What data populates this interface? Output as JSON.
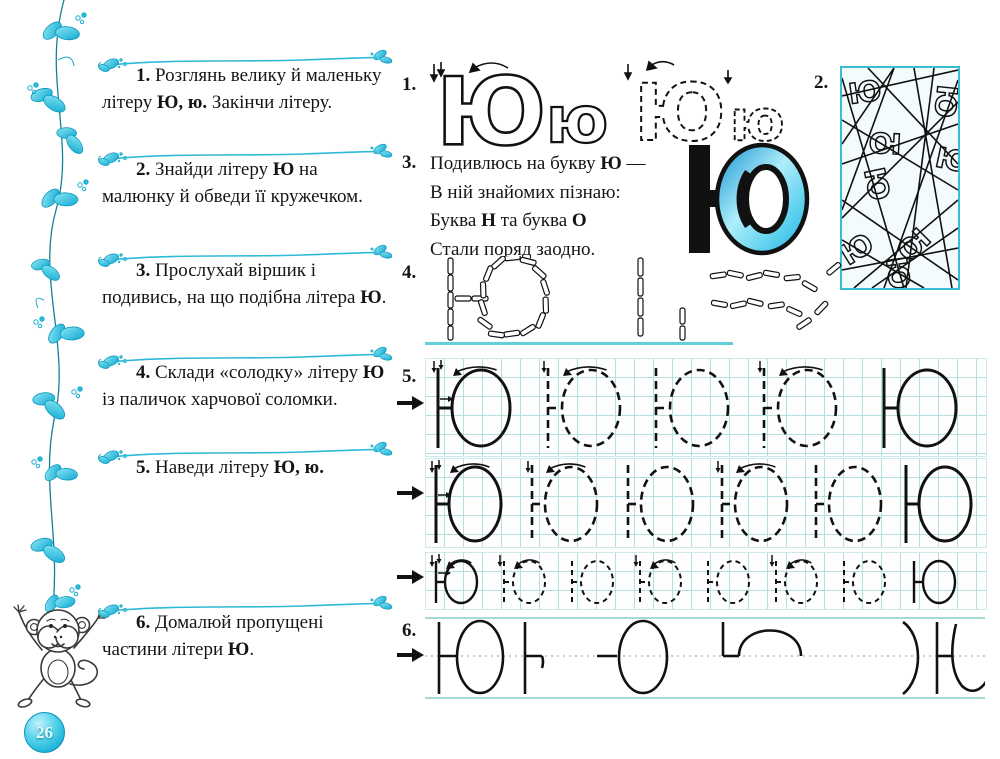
{
  "page": {
    "number": "26"
  },
  "colors": {
    "accent_cyan": "#2fb9d8",
    "grid_cyan": "#b6e0e0",
    "letter_blue_dark": "#1590d2",
    "letter_blue_light": "#aeeefa"
  },
  "tasks": [
    {
      "number": "1.",
      "segments": [
        {
          "t": "Розглянь велику й маленьку літеру ",
          "b": false
        },
        {
          "t": "Ю, ю.",
          "b": true
        },
        {
          "t": " Закінчи літеру.",
          "b": false
        }
      ]
    },
    {
      "number": "2.",
      "segments": [
        {
          "t": "Знайди літеру ",
          "b": false
        },
        {
          "t": "Ю",
          "b": true
        },
        {
          "t": " на малюнку й обведи її кружечком.",
          "b": false
        }
      ]
    },
    {
      "number": "3.",
      "segments": [
        {
          "t": "Прослухай віршик і подивись, на що подібна літера ",
          "b": false
        },
        {
          "t": "Ю",
          "b": true
        },
        {
          "t": ".",
          "b": false
        }
      ]
    },
    {
      "number": "4.",
      "segments": [
        {
          "t": "Склади «солодку» літеру ",
          "b": false
        },
        {
          "t": "Ю",
          "b": true
        },
        {
          "t": " із паличок харчової соломки.",
          "b": false
        }
      ]
    },
    {
      "number": "5.",
      "segments": [
        {
          "t": "Наведи літеру ",
          "b": false
        },
        {
          "t": "Ю, ю.",
          "b": true
        }
      ]
    },
    {
      "number": "6.",
      "segments": [
        {
          "t": "Домалюй пропущені частини літери ",
          "b": false
        },
        {
          "t": "Ю",
          "b": true
        },
        {
          "t": ".",
          "b": false
        }
      ]
    }
  ],
  "exercises": {
    "ex1": {
      "number": "1.",
      "capital": "Ю",
      "small": "ю"
    },
    "ex2": {
      "number": "2.",
      "letter": "Ю"
    },
    "ex3": {
      "number": "3.",
      "poem": [
        [
          {
            "t": "Подивлюсь на букву ",
            "b": false
          },
          {
            "t": "Ю",
            "b": true
          },
          {
            "t": " —",
            "b": false
          }
        ],
        [
          {
            "t": "В ній знайомих пізнаю:",
            "b": false
          }
        ],
        [
          {
            "t": "Буква ",
            "b": false
          },
          {
            "t": "Н",
            "b": true
          },
          {
            "t": " та буква ",
            "b": false
          },
          {
            "t": "О",
            "b": true
          }
        ],
        [
          {
            "t": "Стали поряд заодно.",
            "b": false
          }
        ]
      ]
    },
    "ex4": {
      "number": "4."
    },
    "ex5": {
      "number": "5."
    },
    "ex6": {
      "number": "6."
    }
  }
}
